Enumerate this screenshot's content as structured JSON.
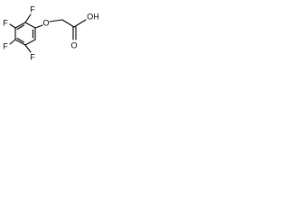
{
  "molecule": {
    "atoms": {
      "f_top_left": "F",
      "f_top_right": "F",
      "f_bottom_left": "F",
      "f_bottom_right": "F",
      "o_ether": "O",
      "o_carbonyl": "O",
      "o_hydroxyl": "OH"
    },
    "colors": {
      "bond": "#000000",
      "label": "#000000",
      "background": "#ffffff"
    }
  }
}
